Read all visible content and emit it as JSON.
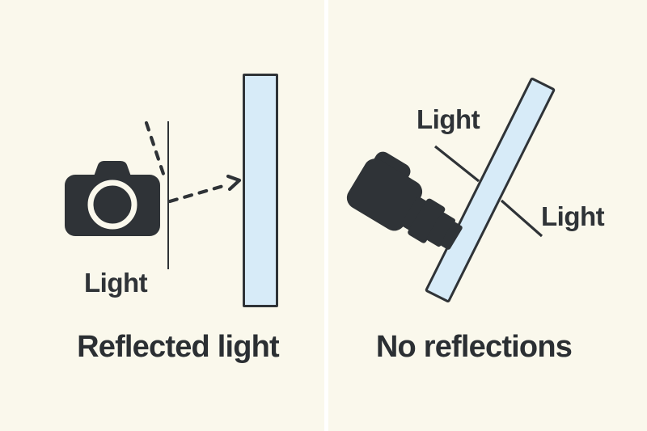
{
  "title": "Glass reflection photography diagram",
  "colors": {
    "background": "#FAF8EC",
    "divider": "#FFFFFF",
    "ink": "#2F3337",
    "text": "#2B2F33",
    "glass_fill": "#D7EBF8",
    "glass_border": "#2F3337"
  },
  "left_panel": {
    "light_label": "Light",
    "caption": "Reflected light",
    "icons": [
      "camera-front-icon",
      "glass-pane-vertical",
      "incident-light-dashed-ray",
      "reflected-light-dashed-arrow",
      "lens-plane-line"
    ]
  },
  "right_panel": {
    "light_label_top": "Light",
    "light_label_right": "Light",
    "caption": "No reflections",
    "icons": [
      "camera-side-icon",
      "glass-pane-tilted",
      "light-ray-upper-line",
      "light-ray-lower-line"
    ]
  }
}
